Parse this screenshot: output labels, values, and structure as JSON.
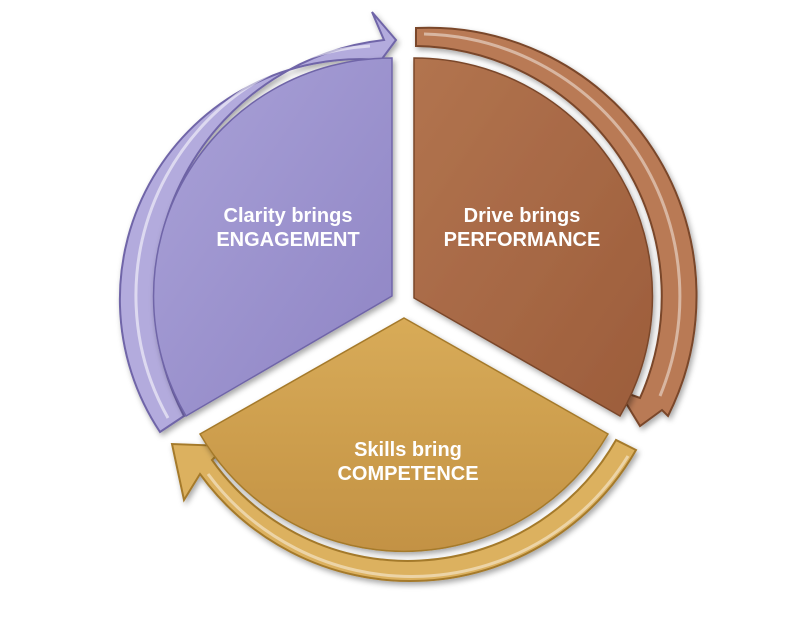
{
  "diagram": {
    "segments": [
      {
        "id": "clarity",
        "line1": "Clarity brings",
        "line2": "ENGAGEMENT",
        "color": "#9b91cc",
        "dark": "#6f65a8"
      },
      {
        "id": "drive",
        "line1": "Drive brings",
        "line2": "PERFORMANCE",
        "color": "#a86945",
        "dark": "#7a4629"
      },
      {
        "id": "skills",
        "line1": "Skills bring",
        "line2": "COMPETENCE",
        "color": "#d0a24e",
        "dark": "#a57a2c"
      }
    ]
  }
}
